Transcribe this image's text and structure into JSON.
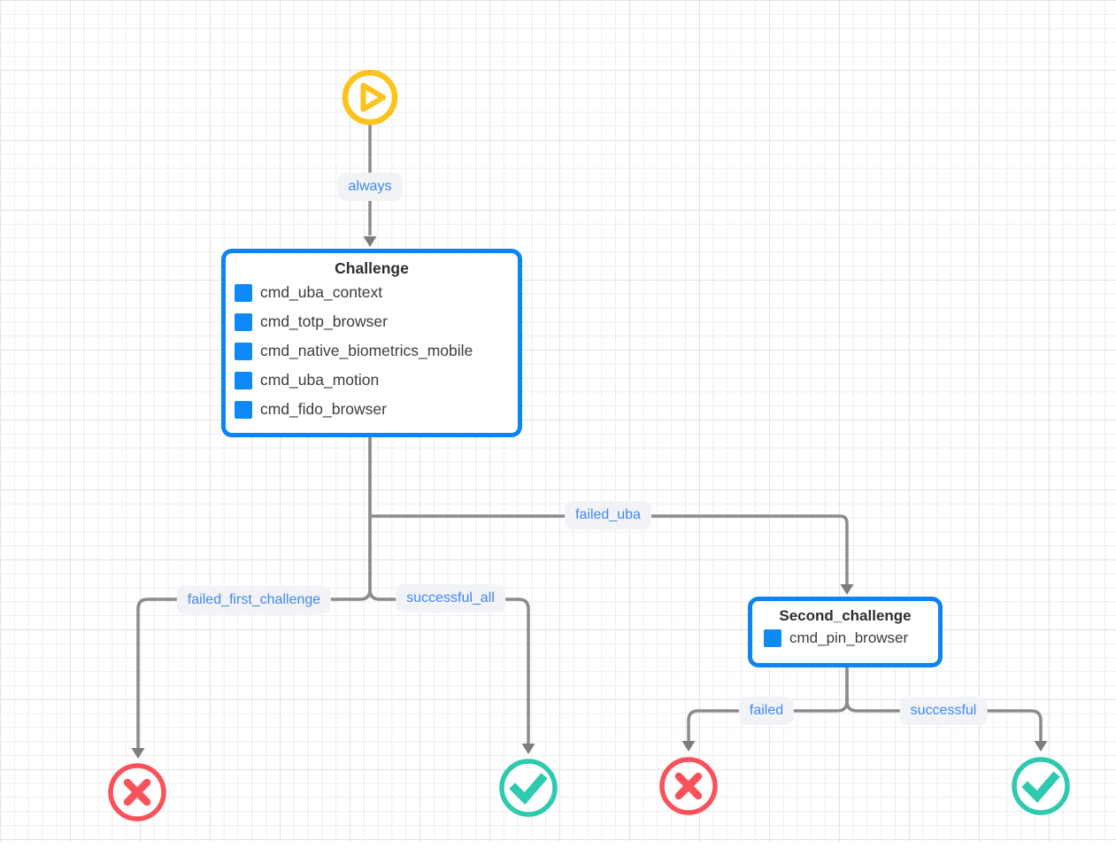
{
  "diagram": {
    "start_node": {
      "name": "start"
    },
    "challenge_node": {
      "title": "Challenge",
      "items": [
        "cmd_uba_context",
        "cmd_totp_browser",
        "cmd_native_biometrics_mobile",
        "cmd_uba_motion",
        "cmd_fido_browser"
      ]
    },
    "second_challenge_node": {
      "title": "Second_challenge",
      "items": [
        "cmd_pin_browser"
      ]
    },
    "edges": {
      "always": "always",
      "failed_uba": "failed_uba",
      "failed_first_challenge": "failed_first_challenge",
      "successful_all": "successful_all",
      "failed": "failed",
      "successful": "successful"
    },
    "colors": {
      "node_border_blue": "#0d84f5",
      "command_square_blue": "#0d8af7",
      "edge_gray": "#8b8b8b",
      "label_text_blue": "#3f87f5",
      "label_bg": "#f2f3f7",
      "start_yellow": "#fcc21d",
      "fail_red": "#fa525b",
      "success_teal": "#2ec9ae"
    }
  }
}
